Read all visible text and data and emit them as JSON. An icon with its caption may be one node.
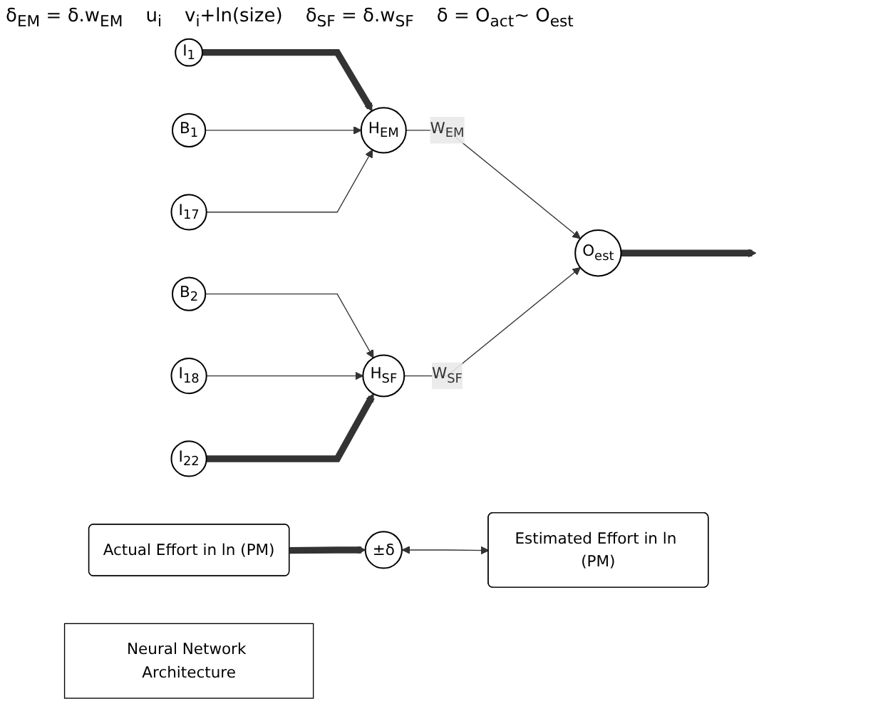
{
  "diagram": {
    "nodes": [
      {
        "text": [
          "I$_{1}$"
        ]
      },
      {
        "text": [
          "B$_{1}$"
        ]
      },
      {
        "text": [
          "I$_{17}$"
        ]
      },
      {
        "text": [
          "H$_{EM}$"
        ]
      },
      {
        "text": [
          "B$_{2}$"
        ]
      },
      {
        "text": [
          "I$_{18}$"
        ]
      },
      {
        "text": [
          "I$_{22}$"
        ]
      },
      {
        "text": [
          "H$_{SF}$"
        ]
      },
      {
        "text": [
          "O$_{est}$"
        ]
      },
      {
        "text": [
          "±δ"
        ]
      },
      {
        "text": [
          "Actual Effort in ln (PM)"
        ]
      },
      {
        "text": [
          "Estimated Effort in ln (PM)"
        ]
      },
      {
        "text": [
          "Neural Network Architecture"
        ]
      }
    ],
    "edges": [
      {
        "from": 0,
        "to": 3,
        "arrow": "to",
        "style": "thick"
      },
      {
        "from": 1,
        "to": 3,
        "arrow": "to"
      },
      {
        "from": 2,
        "to": 3,
        "arrow": "to"
      },
      {
        "from": 4,
        "to": 7,
        "arrow": "to"
      },
      {
        "from": 5,
        "to": 7,
        "arrow": "to"
      },
      {
        "from": 6,
        "to": 7,
        "arrow": "to",
        "style": "thick"
      },
      {
        "from": 3,
        "to": 8,
        "arrow": "to",
        "label": "W$_{EM}$"
      },
      {
        "from": 7,
        "to": 8,
        "arrow": "to",
        "label": "W$_{SF}$"
      },
      {
        "from": 10,
        "to": 9,
        "arrow": "to",
        "style": "thick"
      },
      {
        "from": 8,
        "to": null,
        "arrow": "to",
        "style": "thick"
      },
      {
        "from": 9,
        "to": 11,
        "arrow": "both"
      }
    ],
    "labels": [
      "δ$_{EM}$ = δ.w$_{EM}$",
      "u$_{i}$",
      "v$_{i}$+ln(size)",
      "δ$_{SF}$ = δ.w$_{SF}$",
      "δ = O$_{act}$∼ O$_{est}$"
    ]
  }
}
